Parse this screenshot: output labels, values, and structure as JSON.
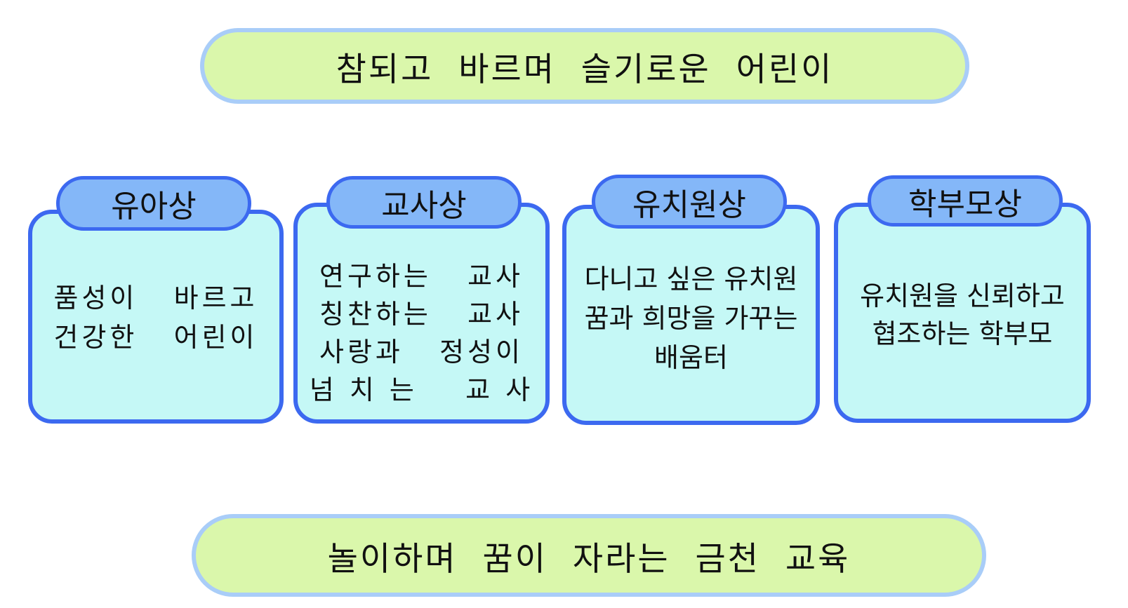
{
  "top_banner": {
    "text": "참되고  바르며  슬기로운  어린이"
  },
  "bottom_banner": {
    "text": "놀이하며  꿈이  자라는  금천  교육"
  },
  "cards": [
    {
      "title": "유아상",
      "lines": [
        "품성이   바르고",
        "건강한   어린이"
      ]
    },
    {
      "title": "교사상",
      "lines": [
        "연구하는   교사",
        "칭찬하는   교사",
        "사랑과   정성이",
        "넘 치 는    교 사"
      ]
    },
    {
      "title": "유치원상",
      "lines": [
        "다니고 싶은 유치원",
        "꿈과 희망을 가꾸는",
        "배움터"
      ]
    },
    {
      "title": "학부모상",
      "lines": [
        "유치원을 신뢰하고",
        "협조하는 학부모"
      ]
    }
  ],
  "colors": {
    "banner_fill": "#daf7ab",
    "banner_border": "#a9cdf8",
    "card_fill": "#c5f8f6",
    "card_border": "#3c69f0",
    "tab_fill": "#84b7f8"
  }
}
